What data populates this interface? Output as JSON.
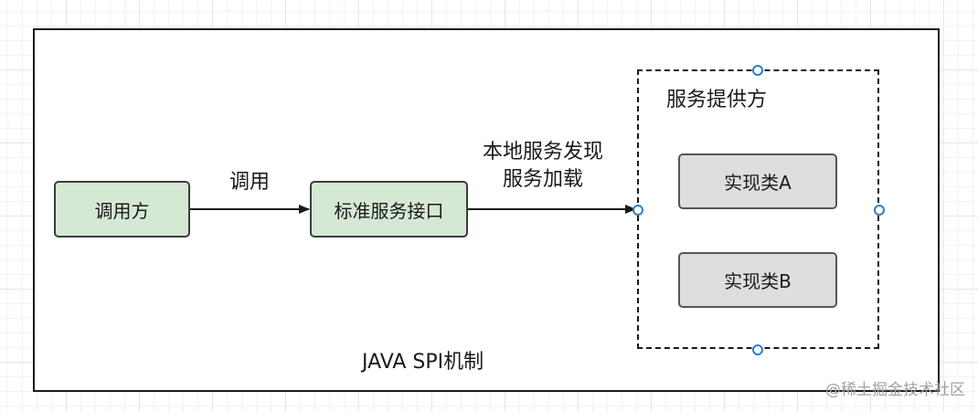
{
  "diagram": {
    "caller": "调用方",
    "call_label": "调用",
    "interface": "标准服务接口",
    "discovery_label": [
      "本地服务发现",
      "服务加载"
    ],
    "provider_title": "服务提供方",
    "impl_a": "实现类A",
    "impl_b": "实现类B",
    "caption": "JAVA SPI机制"
  },
  "watermark": "@稀土掘金技术社区",
  "colors": {
    "green_fill": "#d5e8d4",
    "grey_fill": "#dedede",
    "handle": "#2a7fc9"
  }
}
